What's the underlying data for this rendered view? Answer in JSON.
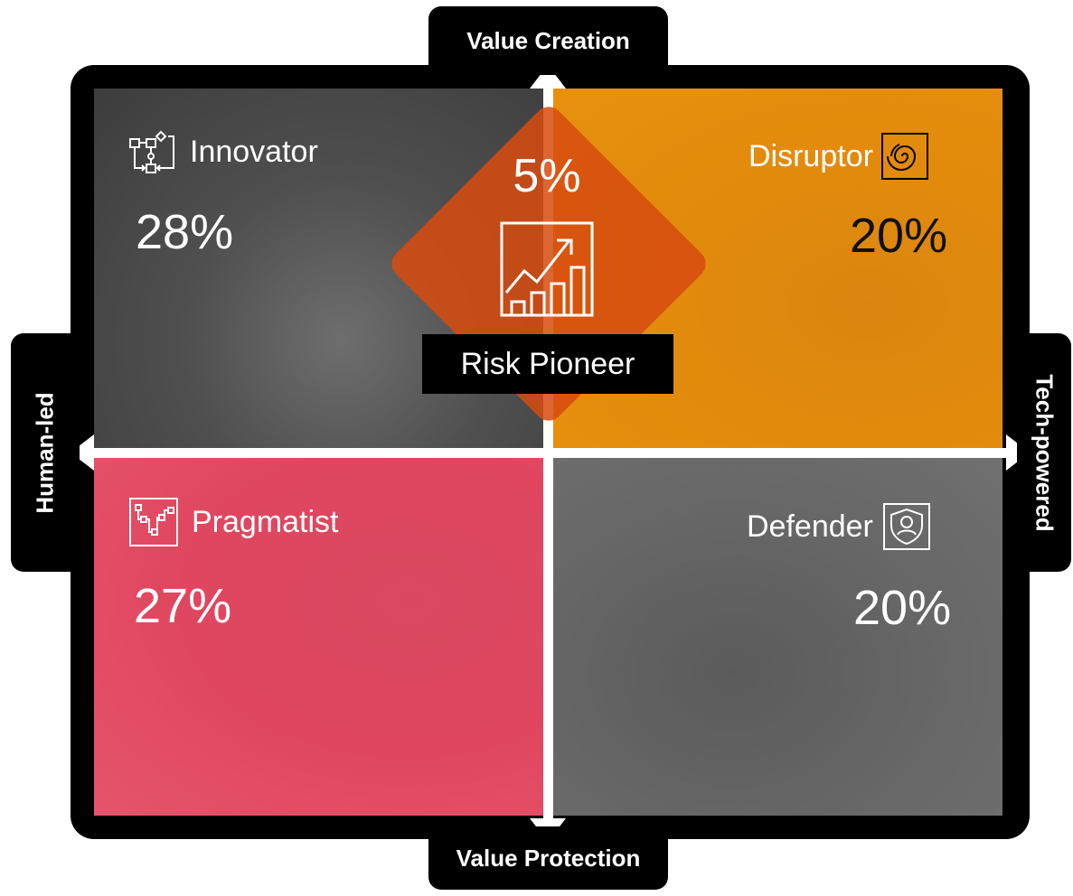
{
  "axes": {
    "top": "Value Creation",
    "bottom": "Value Protection",
    "left": "Human-led",
    "right": "Tech-powered"
  },
  "quadrants": {
    "innovator": {
      "label": "Innovator",
      "percent": "28%",
      "color": "#4a4a4a",
      "icon": "process-flow-icon"
    },
    "disruptor": {
      "label": "Disruptor",
      "percent": "20%",
      "color": "#e88d0d",
      "icon": "spiral-icon"
    },
    "pragmatist": {
      "label": "Pragmatist",
      "percent": "27%",
      "color": "#e04a63",
      "icon": "step-chart-icon"
    },
    "defender": {
      "label": "Defender",
      "percent": "20%",
      "color": "#6a6a6a",
      "icon": "shield-person-icon"
    }
  },
  "center": {
    "label": "Risk Pioneer",
    "percent": "5%",
    "color": "#d64c10",
    "icon": "growth-chart-icon"
  }
}
